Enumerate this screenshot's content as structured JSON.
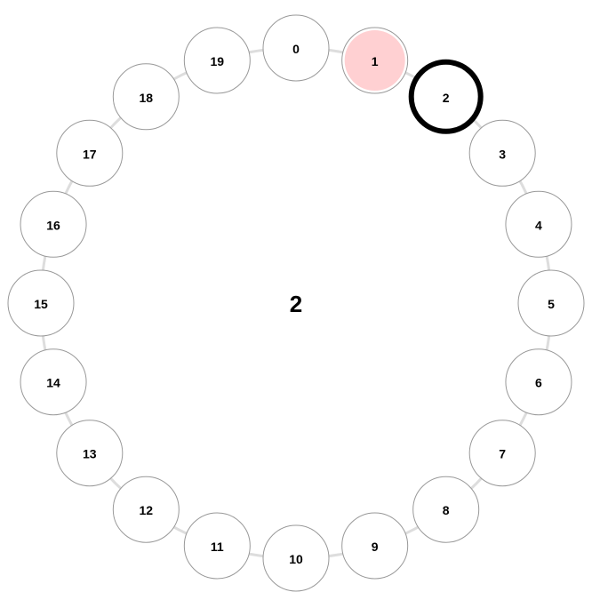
{
  "center_label": "2",
  "nodes": [
    "0",
    "1",
    "2",
    "3",
    "4",
    "5",
    "6",
    "7",
    "8",
    "9",
    "10",
    "11",
    "12",
    "13",
    "14",
    "15",
    "16",
    "17",
    "18",
    "19"
  ],
  "highlighted_node": "1",
  "selected_node": "2",
  "colors": {
    "highlight_fill": "#ffd0d2",
    "ring": "#dddddd",
    "node_stroke": "#999999",
    "selected_stroke": "#000000"
  }
}
